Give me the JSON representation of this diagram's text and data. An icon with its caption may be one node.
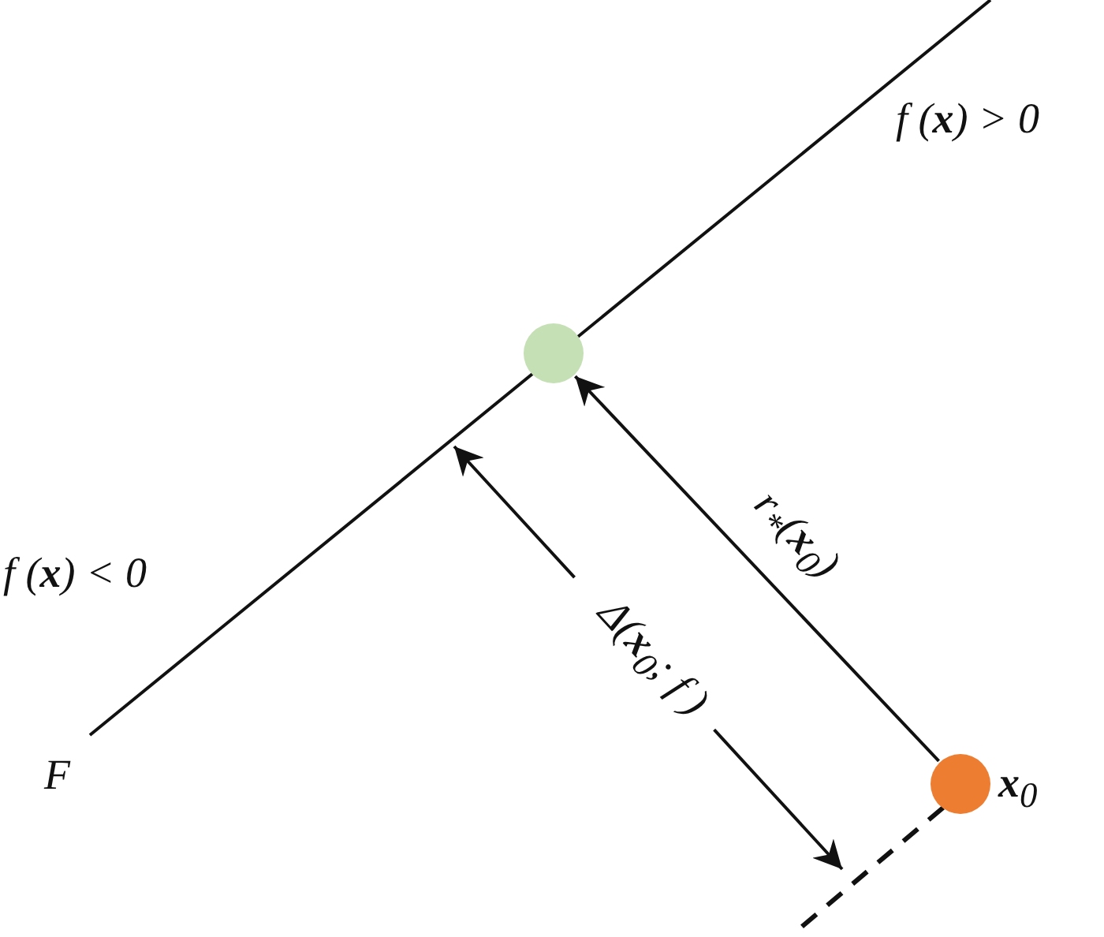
{
  "diagram": {
    "nodes": [
      {
        "text": [],
        "shape": "circle"
      },
      {
        "text": [],
        "shape": "circle",
        "beside": [
          "**x**$_{0}$"
        ]
      }
    ],
    "edges": [
      {
        "from": 1,
        "to": 0,
        "arrow": "to",
        "label": "r$_{*}$(**x**$_{0}$)"
      }
    ],
    "labels": [
      "f (**x**) > 0",
      "f (**x**) < 0",
      "Δ(**x**$_{0}$; f )",
      "F"
    ]
  }
}
